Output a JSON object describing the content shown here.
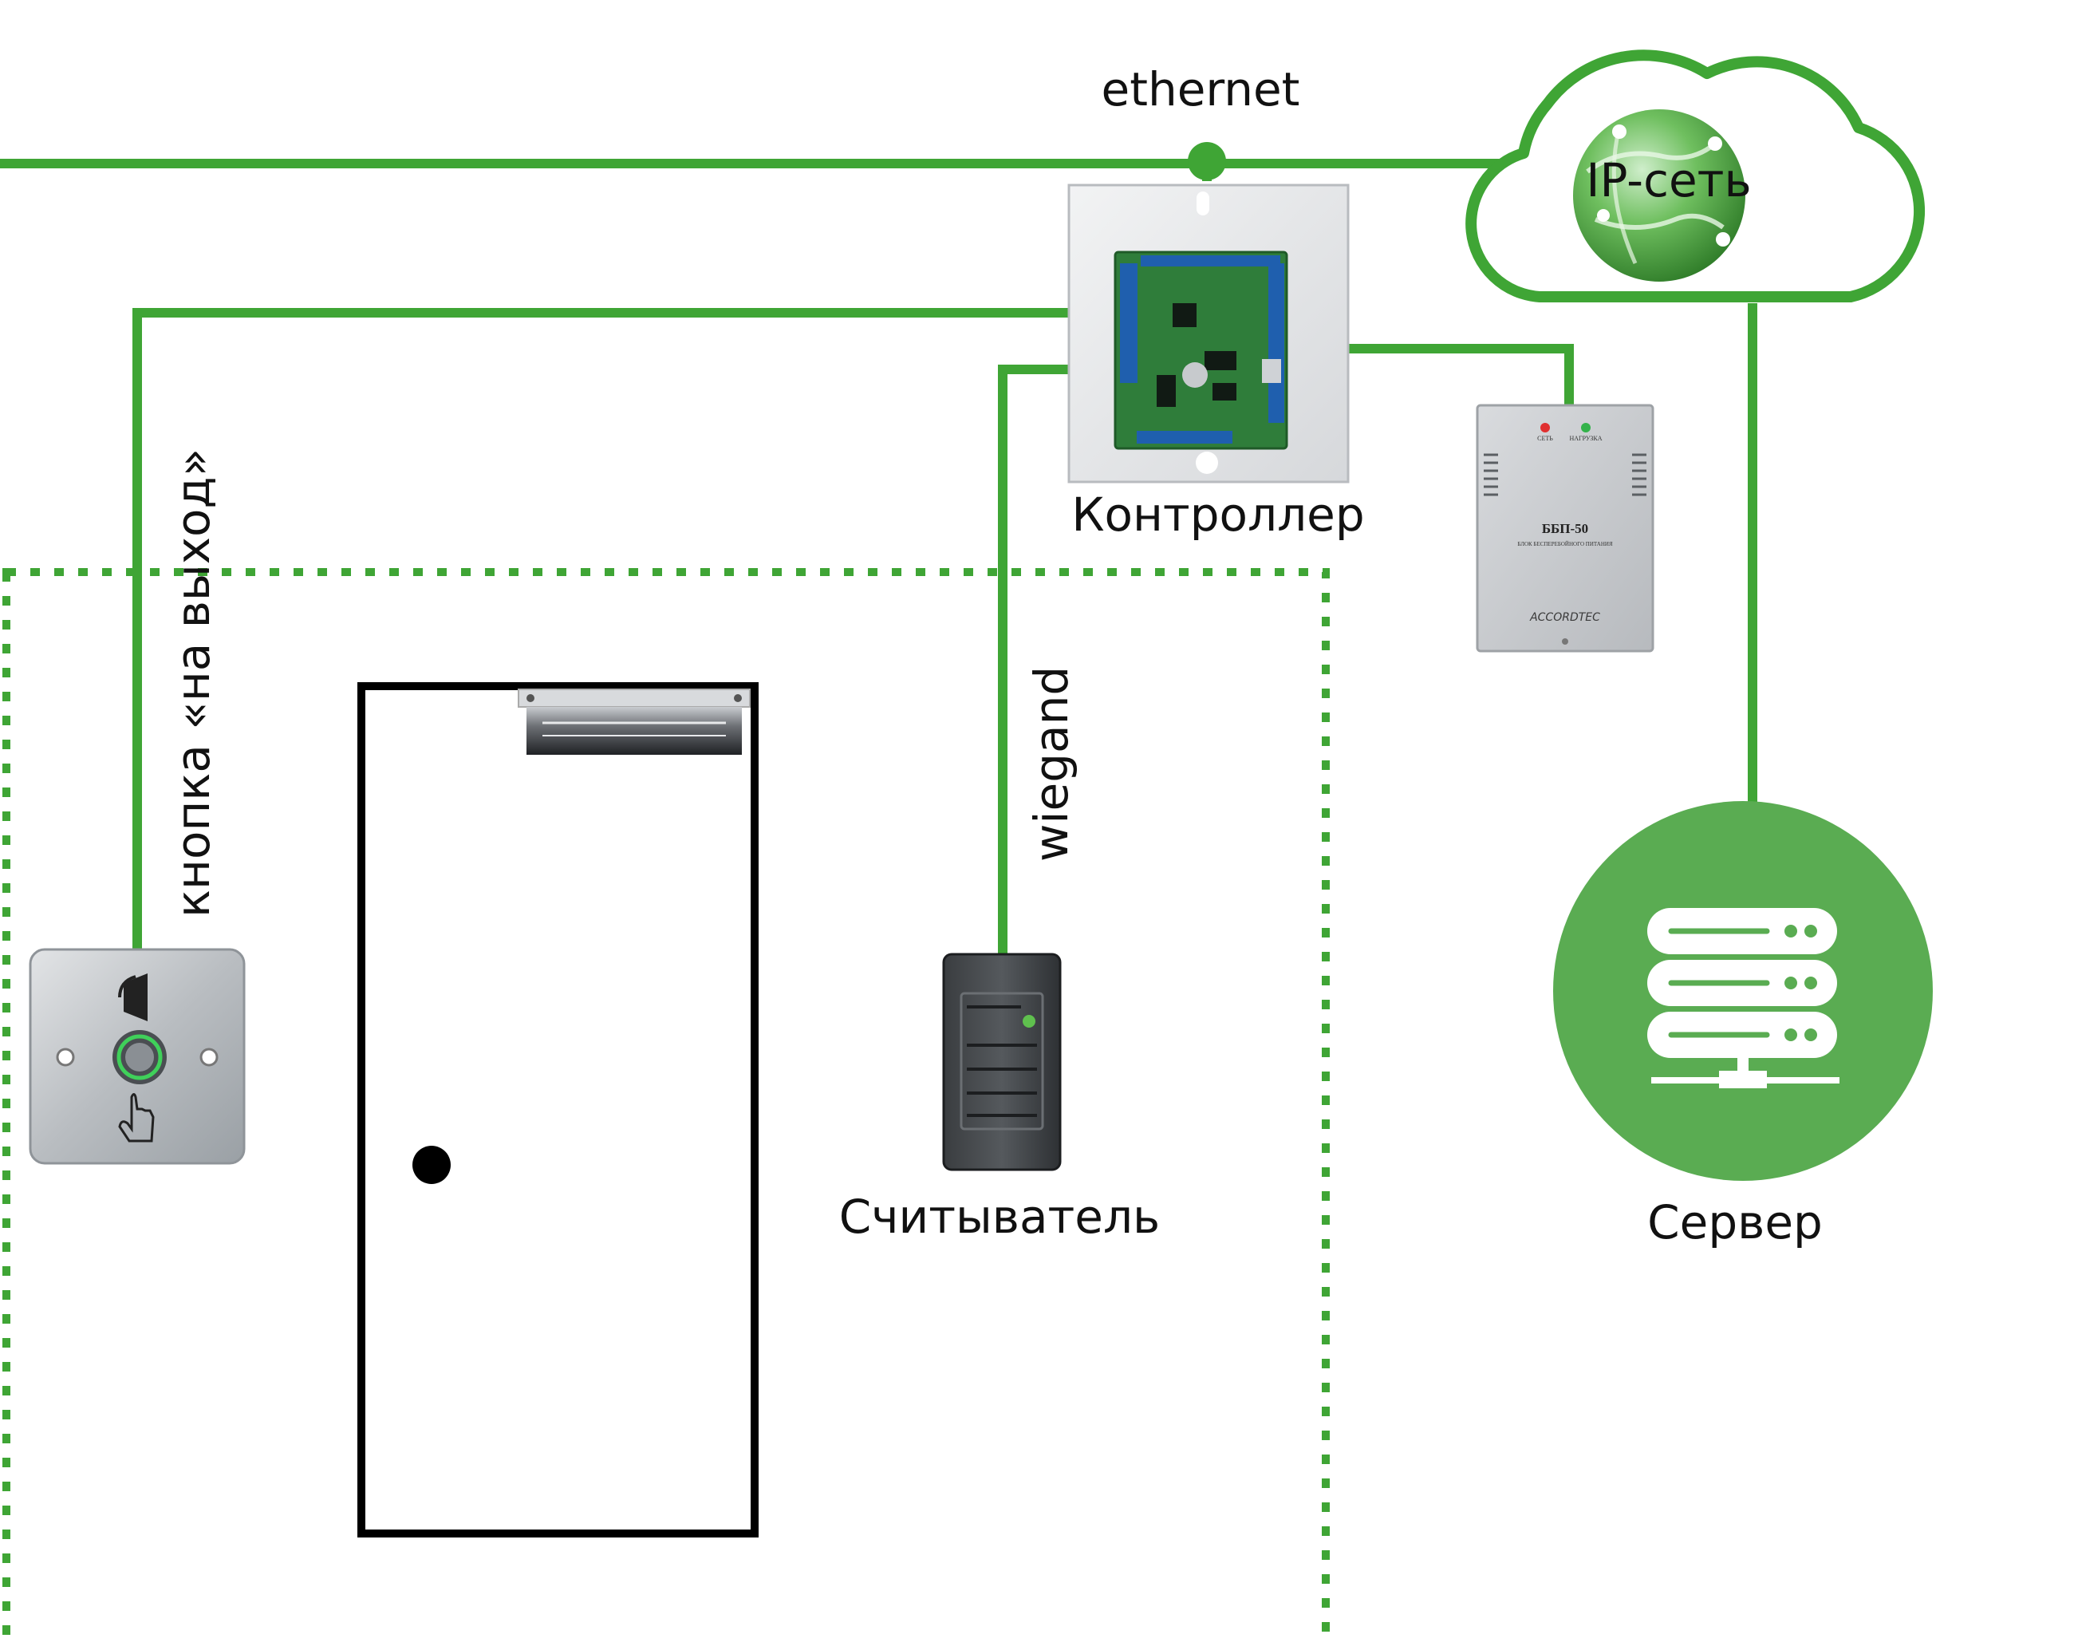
{
  "labels": {
    "ethernet": "ethernet",
    "ip_network": "IP-сеть",
    "controller": "Контроллер",
    "exit_button": "кнопка «на выход»",
    "wiegand": "wiegand",
    "reader": "Считыватель",
    "server": "Сервер"
  },
  "psu": {
    "model": "ББП-50",
    "subtitle": "БЛОК БЕСПЕРЕБОЙНОГО ПИТАНИЯ",
    "brand": "ACCORDTEC",
    "led_network": "СЕТЬ",
    "led_load": "НАГРУЗКА"
  },
  "colors": {
    "line_green": "#3fa535",
    "server_green": "#5aac52",
    "text": "#111111"
  },
  "icons": [
    "cloud-icon",
    "globe-icon",
    "server-icon",
    "door-icon",
    "maglock-icon",
    "exit-button-device",
    "card-reader-device",
    "controller-board",
    "power-supply-device"
  ]
}
